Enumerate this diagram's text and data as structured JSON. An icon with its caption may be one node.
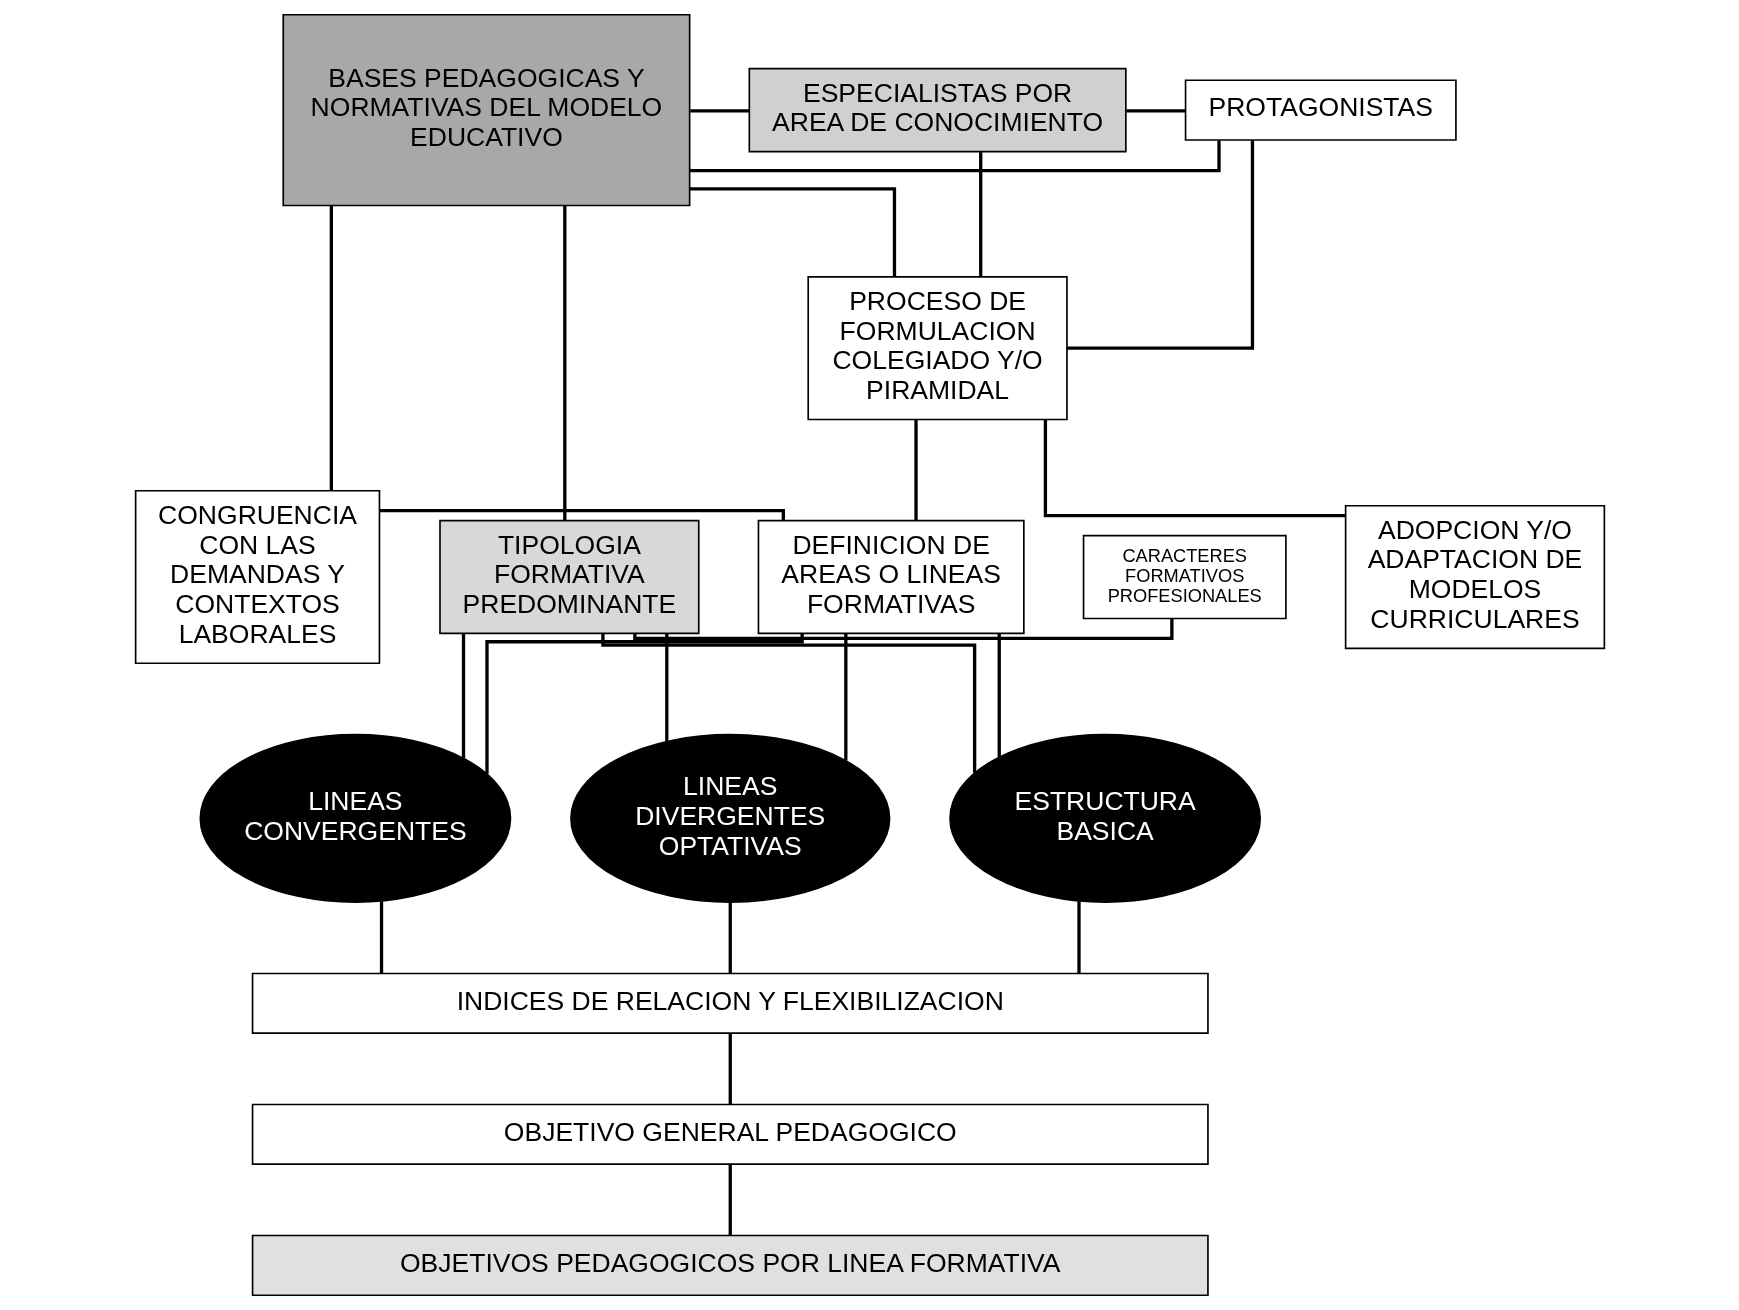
{
  "diagram": {
    "nodes": [
      {
        "text": [
          "BASES PEDAGOGICAS Y NORMATIVAS DEL MODELO EDUCATIVO"
        ]
      },
      {
        "text": [
          "ESPECIALISTAS POR AREA DE CONOCIMIENTO"
        ]
      },
      {
        "text": [
          "PROTAGONISTAS"
        ]
      },
      {
        "text": [
          "PROCESO DE FORMULACION COLEGIADO Y/O PIRAMIDAL"
        ]
      },
      {
        "text": [
          "TIPOLOGIA FORMATIVA PREDOMINANTE"
        ]
      },
      {
        "text": [
          "CARACTERES FORMATIVOS PROFESIONALES"
        ]
      },
      {
        "text": [
          "DEFINICION DE AREAS O LINEAS FORMATIVAS"
        ]
      },
      {
        "text": [
          "ADOPCION Y/O ADAPTACION DE MODELOS CURRICULARES"
        ]
      },
      {
        "text": [
          "CONGRUENCIA CON LAS DEMANDAS Y CONTEXTOS LABORALES"
        ]
      },
      {
        "text": [
          "ESTRUCTURA BASICA"
        ]
      },
      {
        "text": [
          "LINEAS CONVERGENTES"
        ]
      },
      {
        "text": [
          "LINEAS DIVERGENTES OPTATIVAS"
        ]
      },
      {
        "text": [
          "INDICES DE RELACION Y FLEXIBILIZACION"
        ]
      },
      {
        "text": [
          "OBJETIVO GENERAL PEDAGOGICO"
        ]
      },
      {
        "text": [
          "OBJETIVOS PEDAGOGICOS POR LINEA FORMATIVA"
        ]
      }
    ],
    "edges": [
      {
        "from": 0,
        "to": 1,
        "arrow": "none"
      },
      {
        "from": 0,
        "to": 2,
        "arrow": "none"
      },
      {
        "from": 1,
        "to": 2,
        "arrow": "none"
      },
      {
        "from": 2,
        "to": 3,
        "arrow": "none"
      },
      {
        "from": 0,
        "to": 3,
        "arrow": "none"
      },
      {
        "from": 1,
        "to": 3,
        "arrow": "none"
      },
      {
        "from": 0,
        "to": 4,
        "arrow": "none"
      },
      {
        "from": 4,
        "to": 5,
        "arrow": "none"
      },
      {
        "from": 0,
        "to": 8,
        "arrow": "none"
      },
      {
        "from": 3,
        "to": 6,
        "arrow": "none"
      },
      {
        "from": 3,
        "to": 7,
        "arrow": "none"
      },
      {
        "from": 8,
        "to": 6,
        "arrow": "none"
      },
      {
        "from": 4,
        "to": 9,
        "arrow": "none"
      },
      {
        "from": 4,
        "to": 10,
        "arrow": "none"
      },
      {
        "from": 4,
        "to": 11,
        "arrow": "none"
      },
      {
        "from": 6,
        "to": 9,
        "arrow": "none"
      },
      {
        "from": 6,
        "to": 10,
        "arrow": "none"
      },
      {
        "from": 6,
        "to": 11,
        "arrow": "none"
      },
      {
        "from": 9,
        "to": 12,
        "arrow": "none"
      },
      {
        "from": 10,
        "to": 12,
        "arrow": "none"
      },
      {
        "from": 11,
        "to": 12,
        "arrow": "none"
      },
      {
        "from": 12,
        "to": 13,
        "arrow": "none"
      },
      {
        "from": 13,
        "to": 14,
        "arrow": "none"
      }
    ]
  }
}
